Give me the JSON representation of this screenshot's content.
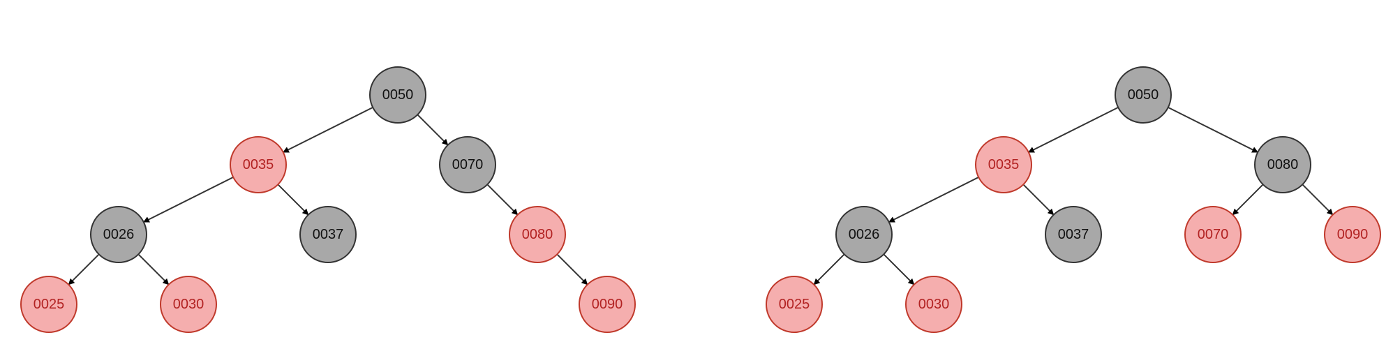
{
  "colors": {
    "black_fill": "#a8a8a8",
    "black_stroke": "#333333",
    "black_text": "#111111",
    "red_fill": "#f5aeae",
    "red_stroke": "#c0392b",
    "red_text": "#b22222",
    "edge": "#333333",
    "background": "#ffffff"
  },
  "trees": [
    {
      "nodes": [
        {
          "id": "n50",
          "label": "0050",
          "color": "black"
        },
        {
          "id": "n35",
          "label": "0035",
          "color": "red"
        },
        {
          "id": "n70",
          "label": "0070",
          "color": "black"
        },
        {
          "id": "n26",
          "label": "0026",
          "color": "black"
        },
        {
          "id": "n37",
          "label": "0037",
          "color": "black"
        },
        {
          "id": "n80",
          "label": "0080",
          "color": "red"
        },
        {
          "id": "n25",
          "label": "0025",
          "color": "red"
        },
        {
          "id": "n30",
          "label": "0030",
          "color": "red"
        },
        {
          "id": "n90",
          "label": "0090",
          "color": "red"
        }
      ],
      "edges": [
        [
          "n50",
          "n35"
        ],
        [
          "n50",
          "n70"
        ],
        [
          "n35",
          "n26"
        ],
        [
          "n35",
          "n37"
        ],
        [
          "n70",
          "n80"
        ],
        [
          "n26",
          "n25"
        ],
        [
          "n26",
          "n30"
        ],
        [
          "n80",
          "n90"
        ]
      ]
    },
    {
      "nodes": [
        {
          "id": "m50",
          "label": "0050",
          "color": "black"
        },
        {
          "id": "m35",
          "label": "0035",
          "color": "red"
        },
        {
          "id": "m80",
          "label": "0080",
          "color": "black"
        },
        {
          "id": "m26",
          "label": "0026",
          "color": "black"
        },
        {
          "id": "m37",
          "label": "0037",
          "color": "black"
        },
        {
          "id": "m70",
          "label": "0070",
          "color": "red"
        },
        {
          "id": "m90",
          "label": "0090",
          "color": "red"
        },
        {
          "id": "m25",
          "label": "0025",
          "color": "red"
        },
        {
          "id": "m30",
          "label": "0030",
          "color": "red"
        }
      ],
      "edges": [
        [
          "m50",
          "m35"
        ],
        [
          "m50",
          "m80"
        ],
        [
          "m35",
          "m26"
        ],
        [
          "m35",
          "m37"
        ],
        [
          "m80",
          "m70"
        ],
        [
          "m80",
          "m90"
        ],
        [
          "m26",
          "m25"
        ],
        [
          "m26",
          "m30"
        ]
      ]
    }
  ]
}
